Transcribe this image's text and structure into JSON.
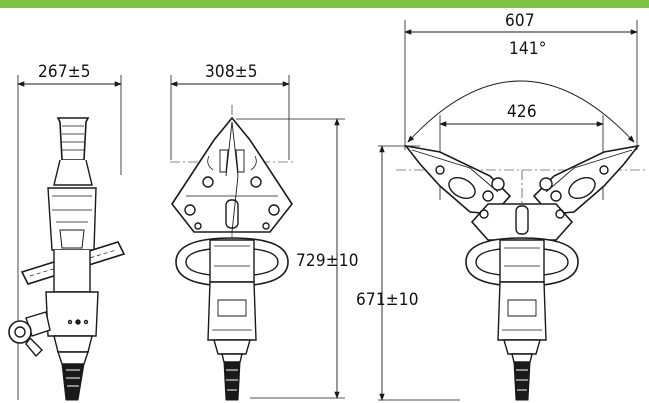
{
  "header": {
    "accent_color": "#7DC242"
  },
  "dimensions": {
    "front_width": "267±5",
    "side_width": "308±5",
    "side_height": "729±10",
    "open_width": "607",
    "open_angle": "141°",
    "tip_gap": "426",
    "open_height": "671±10"
  },
  "colors": {
    "line": "#1a1a1a",
    "detail": "#8a8a8a"
  }
}
